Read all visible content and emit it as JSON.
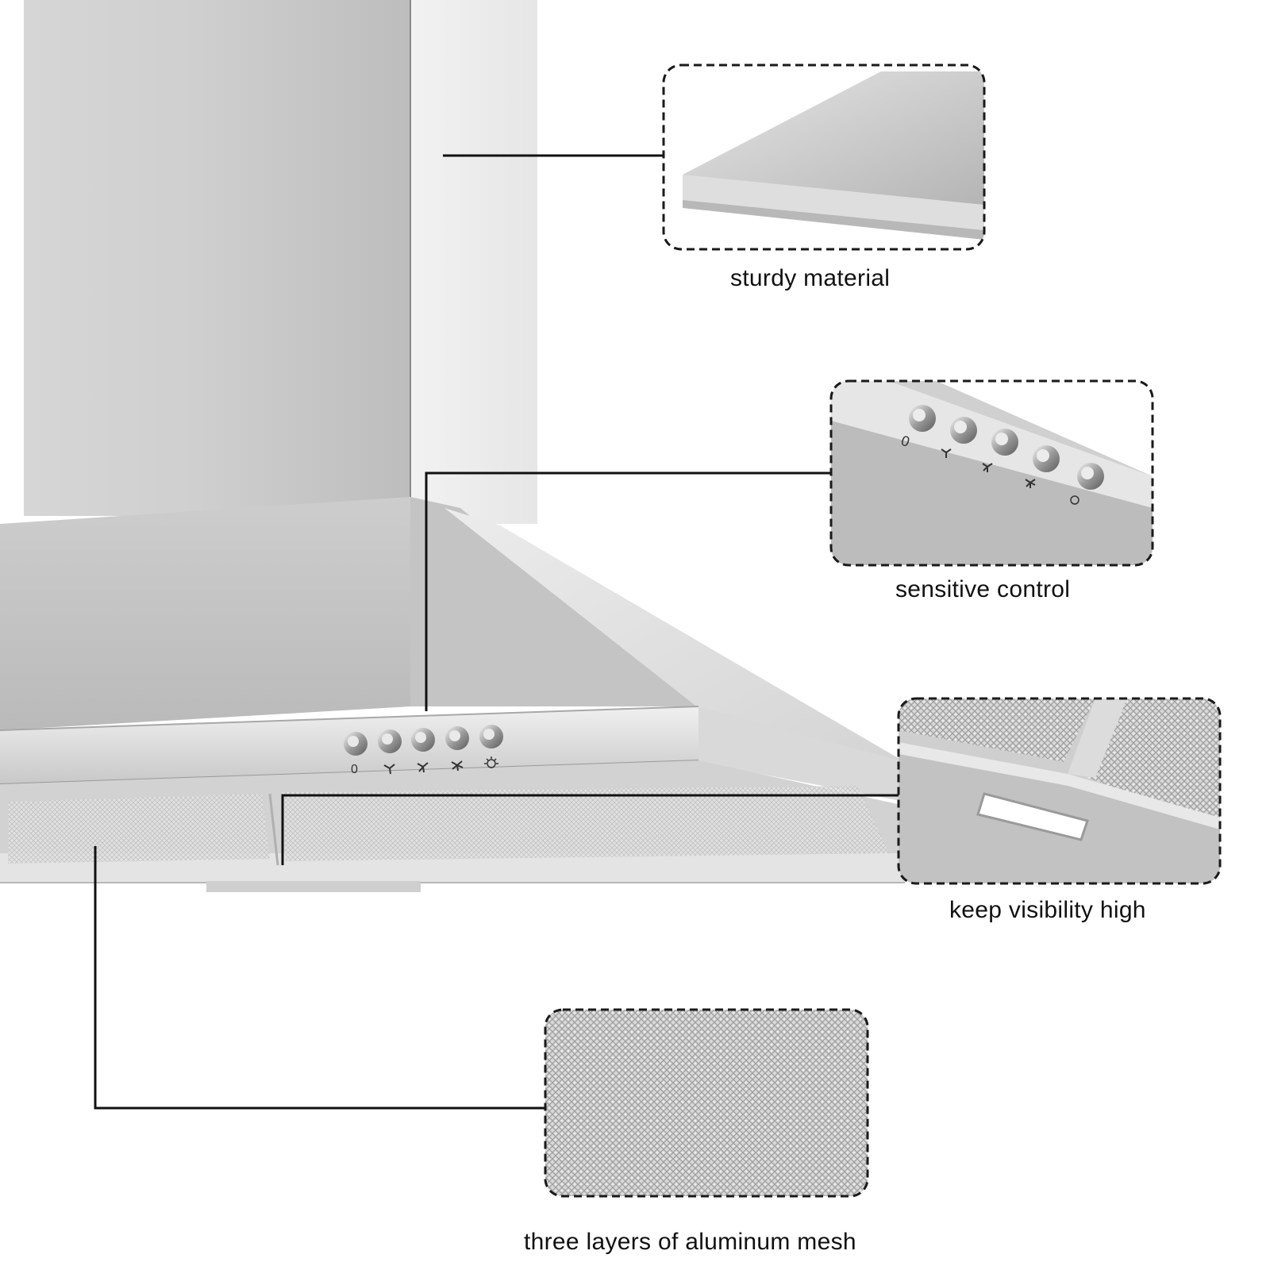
{
  "callouts": [
    {
      "label": "sturdy material",
      "icon": "chimney-panel-icon"
    },
    {
      "label": "sensitive control",
      "icon": "control-knobs-icon"
    },
    {
      "label": "keep visibility high",
      "icon": "led-light-icon"
    },
    {
      "label": "three layers of aluminum mesh",
      "icon": "aluminum-mesh-icon"
    }
  ],
  "control_knobs": {
    "symbols": [
      "0",
      "fan-low",
      "fan-mid",
      "fan-high",
      "light"
    ]
  },
  "colors": {
    "background": "#ffffff",
    "steel_light": "#e4e4e4",
    "steel_mid": "#c7c7c7",
    "steel_dark": "#9a9a9a",
    "leader_line": "#111111",
    "dashed_border": "#1a1a1a"
  }
}
